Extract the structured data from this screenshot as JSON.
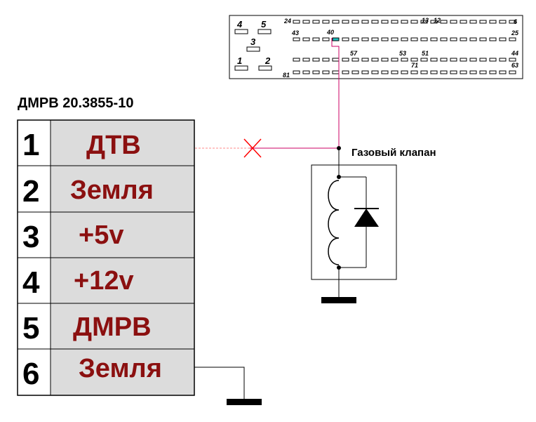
{
  "sensor": {
    "title": "ДМРВ 20.3855-10",
    "pins": [
      {
        "num": "1",
        "label": "ДТВ"
      },
      {
        "num": "2",
        "label": "Земля"
      },
      {
        "num": "3",
        "label": "+5v"
      },
      {
        "num": "4",
        "label": "+12v"
      },
      {
        "num": "5",
        "label": "ДМРВ"
      },
      {
        "num": "6",
        "label": "Земля"
      }
    ]
  },
  "valve": {
    "label": "Газовый клапан"
  },
  "ecu_connector": {
    "big_pins": [
      "4",
      "5",
      "3",
      "1",
      "2"
    ],
    "pin_numbers": [
      "24",
      "13",
      "12",
      "6",
      "43",
      "40",
      "25",
      "57",
      "53",
      "51",
      "44",
      "71",
      "63",
      "81"
    ]
  },
  "colors": {
    "wire": "#cc0066",
    "cut_wire": "#ff8888",
    "cut_mark": "#ff0000",
    "label_text": "#8b1010",
    "row_fill": "#dcdcdc",
    "highlighted_pin": "#20c0c0"
  }
}
